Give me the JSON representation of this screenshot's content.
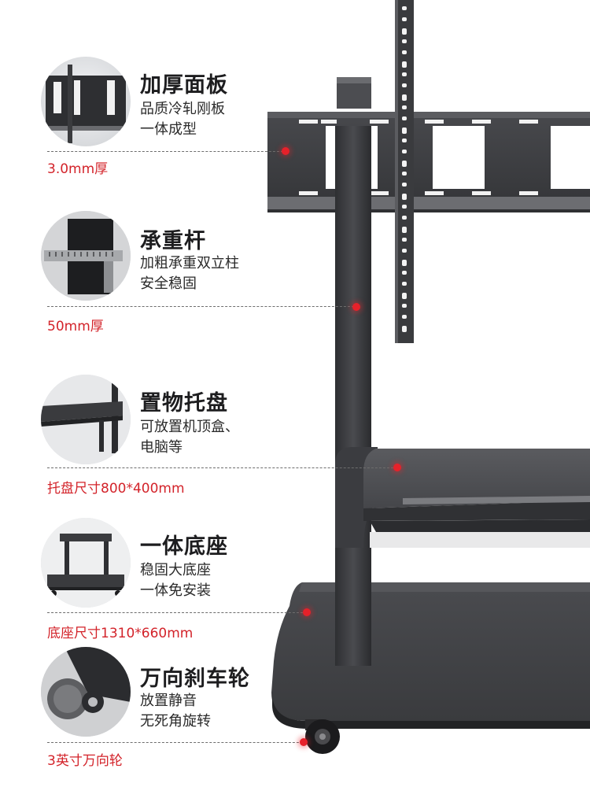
{
  "features": [
    {
      "title": "加厚面板",
      "desc": [
        "品质冷轧刚板",
        "一体成型"
      ],
      "spec": "3.0mm厚",
      "icon": "panel-thumbnail"
    },
    {
      "title": "承重杆",
      "desc": [
        "加粗承重双立柱",
        "安全稳固"
      ],
      "spec": "50mm厚",
      "icon": "pole-caliper-thumbnail"
    },
    {
      "title": "置物托盘",
      "desc": [
        "可放置机顶盒、",
        "电脑等"
      ],
      "spec": "托盘尺寸800*400mm",
      "icon": "tray-thumbnail"
    },
    {
      "title": "一体底座",
      "desc": [
        "稳固大底座",
        "一体免安装"
      ],
      "spec": "底座尺寸1310*660mm",
      "icon": "base-thumbnail"
    },
    {
      "title": "万向刹车轮",
      "desc": [
        "放置静音",
        "无死角旋转"
      ],
      "spec": "3英寸万向轮",
      "icon": "caster-wheel-thumbnail"
    }
  ],
  "colors": {
    "accent": "#d3232a",
    "dot": "#e6212a",
    "metal": "#3c3d40"
  }
}
